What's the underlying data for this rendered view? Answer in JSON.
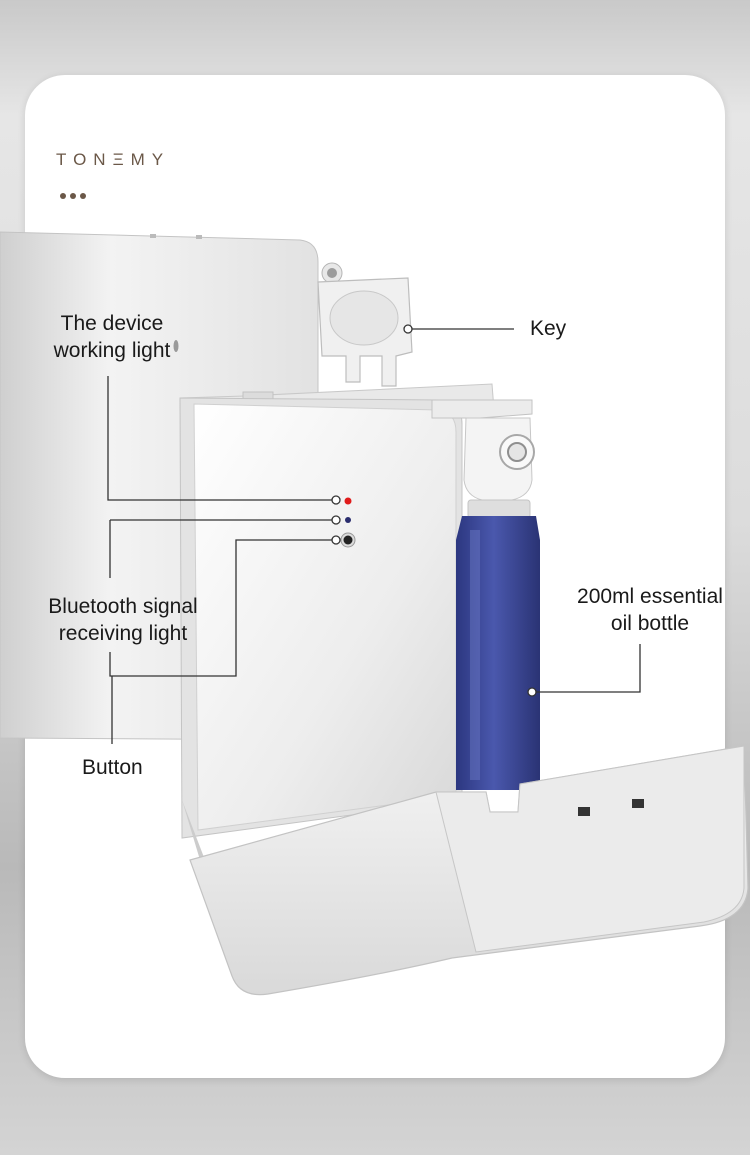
{
  "brand": {
    "name": "TONΞMY"
  },
  "callouts": {
    "key": "Key",
    "working_light": [
      "The device",
      "working light"
    ],
    "bluetooth_light": [
      "Bluetooth signal",
      "receiving light"
    ],
    "button": "Button",
    "bottle": [
      "200ml essential",
      "oil bottle"
    ]
  },
  "colors": {
    "brand": "#6b5848",
    "bottle": "#3d4a9a",
    "red_led": "#e01b1b",
    "blue_led": "#2a2d6e"
  }
}
